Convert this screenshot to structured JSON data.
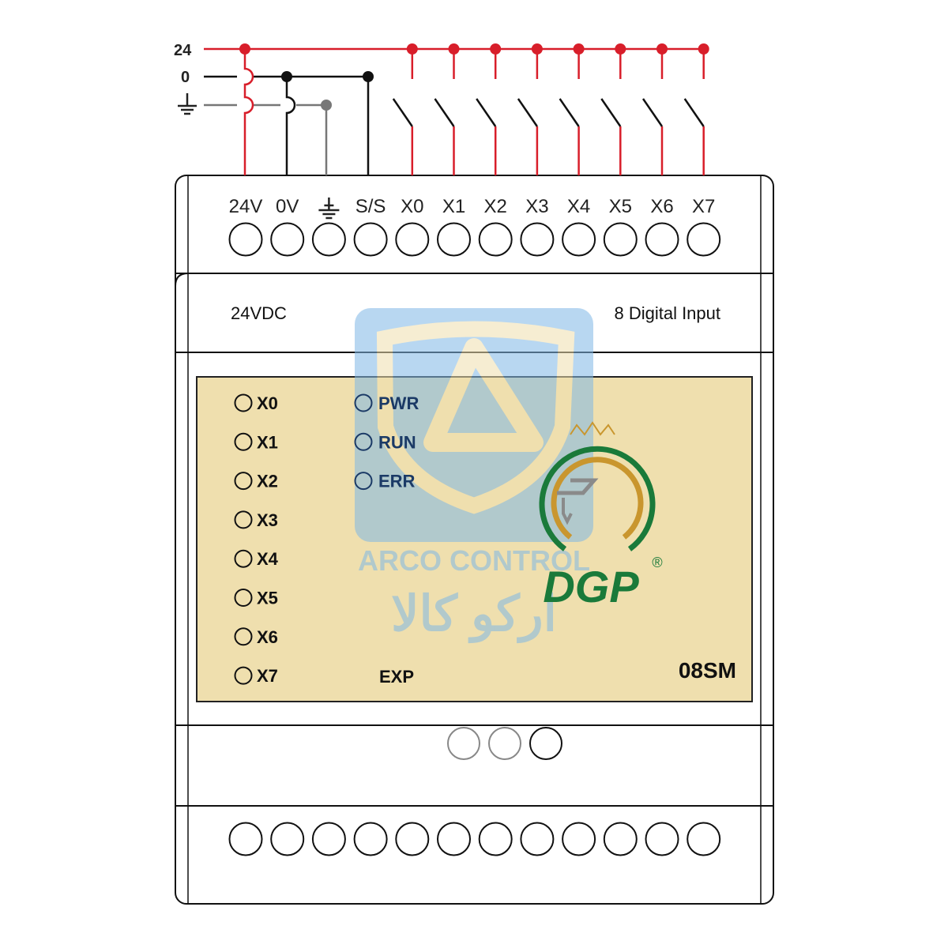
{
  "rails": {
    "v24": "24",
    "v0": "0",
    "ground_icon": "ground-icon"
  },
  "terminals_top": [
    "24V",
    "0V",
    "ground",
    "S/S",
    "X0",
    "X1",
    "X2",
    "X3",
    "X4",
    "X5",
    "X6",
    "X7"
  ],
  "panel": {
    "supply": "24VDC",
    "type": "8 Digital Input"
  },
  "leds_inputs": [
    "X0",
    "X1",
    "X2",
    "X3",
    "X4",
    "X5",
    "X6",
    "X7"
  ],
  "leds_status": [
    "PWR",
    "RUN",
    "ERR"
  ],
  "exp_label": "EXP",
  "model": "08SM",
  "watermark": {
    "latin": "ARCO CONTROL",
    "persian": "ارکو کالا"
  },
  "brand_logo": {
    "text": "DGP",
    "mark": "®"
  },
  "colors": {
    "rail_24v": "#d81e2a",
    "rail_0v": "#111111",
    "rail_ground": "#777777",
    "label_panel": "#efdfae",
    "status_text": "#1b3a66",
    "logo_green": "#1a7a3a",
    "logo_gold": "#c9962e",
    "watermark_blue": "#7fb8e6"
  }
}
